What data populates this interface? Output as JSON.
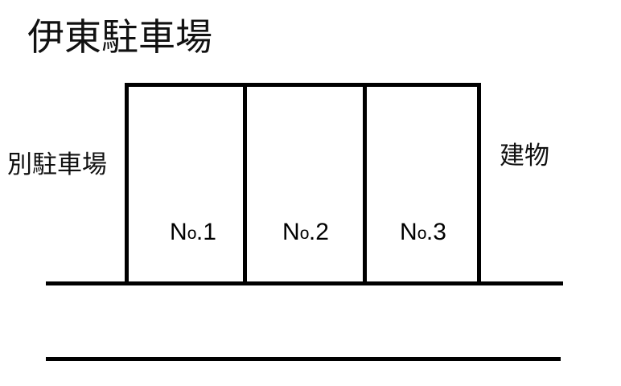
{
  "diagram": {
    "title": "伊東駐車場",
    "labels": {
      "left": "別駐車場",
      "right": "建物"
    },
    "stalls": [
      {
        "prefix": "N",
        "sup": "o",
        "suffix": ".1",
        "name": "No.1"
      },
      {
        "prefix": "N",
        "sup": "o",
        "suffix": ".2",
        "name": "No.2"
      },
      {
        "prefix": "N",
        "sup": "o",
        "suffix": ".3",
        "name": "No.3"
      }
    ],
    "colors": {
      "line": "#000000",
      "background": "#ffffff",
      "text": "#111111"
    }
  }
}
